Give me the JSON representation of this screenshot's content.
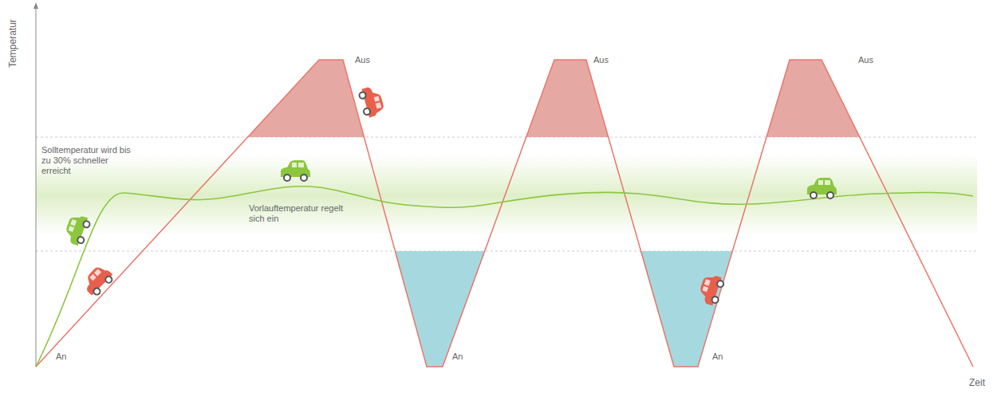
{
  "diagram": {
    "labels": [
      "Temperatur",
      "Aus",
      "Aus",
      "Aus",
      "Solltemperatur wird bis zu 30% schneller erreicht",
      "Vorlauftemperatur regelt sich ein",
      "An",
      "An",
      "An",
      "Zeit"
    ]
  }
}
